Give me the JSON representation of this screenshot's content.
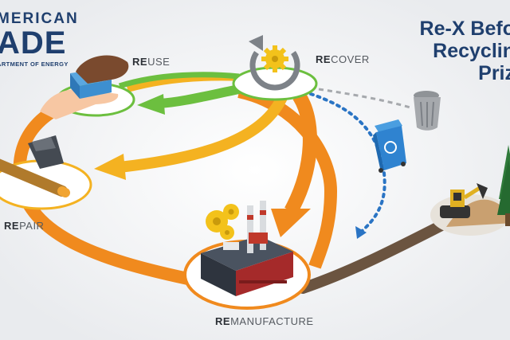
{
  "logo": {
    "line1": "MERICAN",
    "line2": "ADE",
    "line3": "ARTMENT OF ENERGY"
  },
  "title": {
    "line1": "Re-X Befo",
    "line2": "Recyclin",
    "line3": "Priz"
  },
  "stages": {
    "reuse": {
      "prefix": "RE",
      "rest": "USE"
    },
    "recover": {
      "prefix": "RE",
      "rest": "COVER"
    },
    "repair": {
      "prefix": "RE",
      "rest": "PAIR"
    },
    "remanufacture": {
      "prefix": "RE",
      "rest": "MANUFACTURE"
    }
  },
  "colors": {
    "orange": "#f08a1e",
    "yellow": "#f4b221",
    "green": "#6cbf3f",
    "brown": "#6b5440",
    "blue_dotted": "#2a74c4",
    "navy": "#1f3f6e"
  }
}
